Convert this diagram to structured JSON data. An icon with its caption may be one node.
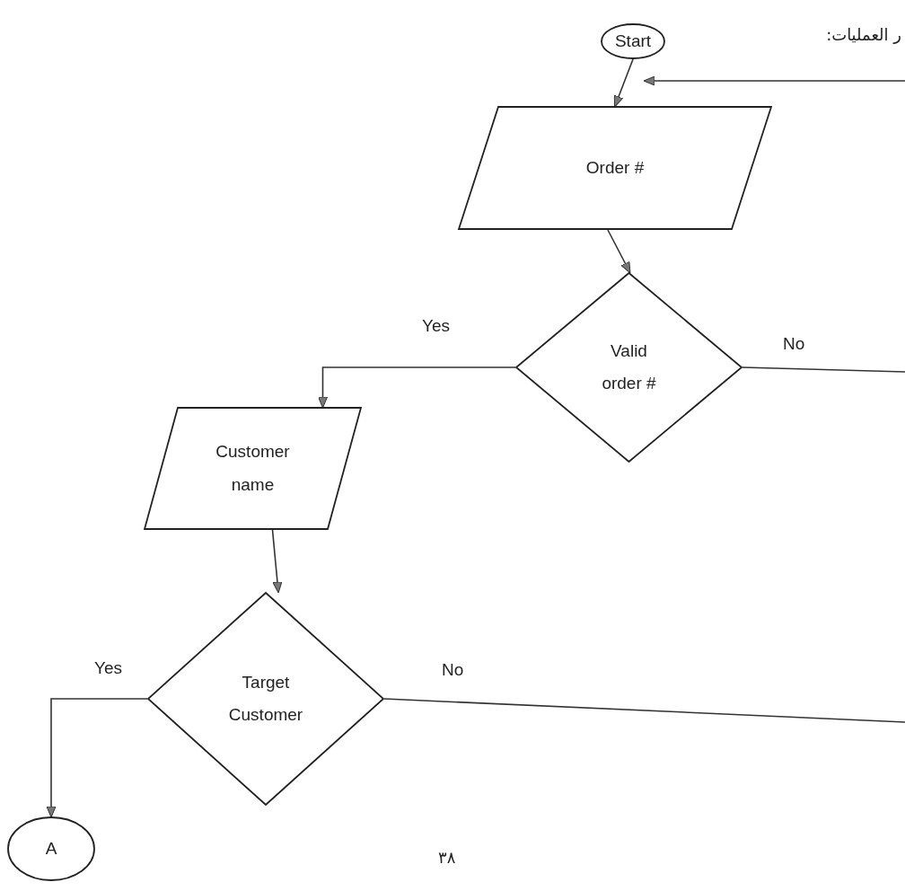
{
  "diagram": {
    "nodes": [
      {
        "text": [
          "Start"
        ]
      },
      {
        "text": [
          "Order #"
        ]
      },
      {
        "text": [
          "Valid order #"
        ]
      },
      {
        "text": [
          "Customer name"
        ]
      },
      {
        "text": [
          "Target Customer"
        ]
      },
      {
        "text": [
          "A"
        ]
      }
    ],
    "edges": [
      {
        "from": 0,
        "to": 1,
        "arrow": "to"
      },
      {
        "from": 1,
        "to": 2,
        "arrow": "to"
      },
      {
        "from": 2,
        "to": 3,
        "arrow": "to",
        "label": "Yes"
      },
      {
        "from": 2,
        "to": null,
        "arrow": "none",
        "label": "No"
      },
      {
        "from": 3,
        "to": 4,
        "arrow": "to"
      },
      {
        "from": 4,
        "to": 5,
        "arrow": "to",
        "label": "Yes"
      },
      {
        "from": 4,
        "to": null,
        "arrow": "none",
        "label": "No"
      },
      {
        "from": null,
        "to": 1,
        "arrow": "to"
      }
    ],
    "labels": [
      "ر العمليات:",
      "٣٨"
    ]
  }
}
